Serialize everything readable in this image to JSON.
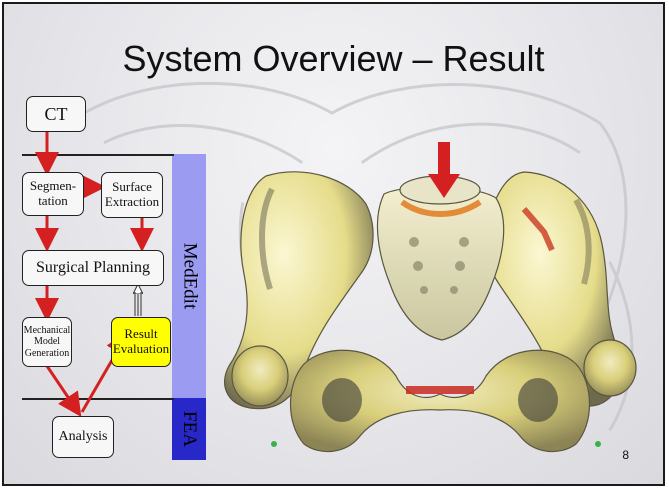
{
  "slide": {
    "title": "System Overview – Result",
    "page_number": "8",
    "colors": {
      "arrow": "#d42020",
      "medEditBand": "#9b9bf2",
      "feaBand": "#2828c8",
      "highlight": "#ffff00"
    }
  },
  "flowchart": {
    "ct": "CT",
    "segmentation": "Segmen-\ntation",
    "surface_extraction": "Surface\nExtraction",
    "surgical_planning": "Surgical Planning",
    "mechanical_model_generation": "Mechanical\nModel\nGeneration",
    "result_evaluation": "Result\nEvaluation",
    "analysis": "Analysis"
  },
  "bands": {
    "medEdit": "MedEdit",
    "fea": "FEA"
  },
  "figure": {
    "subject": "3D pelvis model with red force arrow"
  }
}
